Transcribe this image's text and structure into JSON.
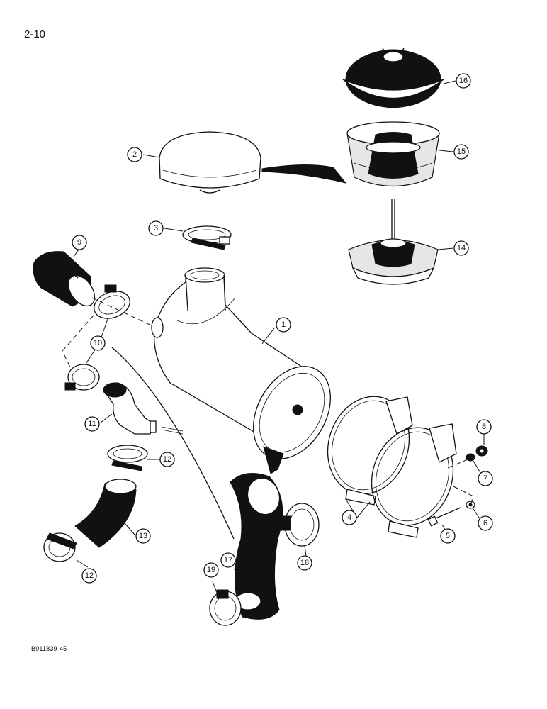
{
  "page_number": "2-10",
  "figure_code": "B911839-45",
  "callouts": [
    "1",
    "2",
    "3",
    "4",
    "5",
    "6",
    "7",
    "8",
    "9",
    "10",
    "11",
    "12",
    "12",
    "13",
    "14",
    "15",
    "16",
    "17",
    "18",
    "19"
  ]
}
